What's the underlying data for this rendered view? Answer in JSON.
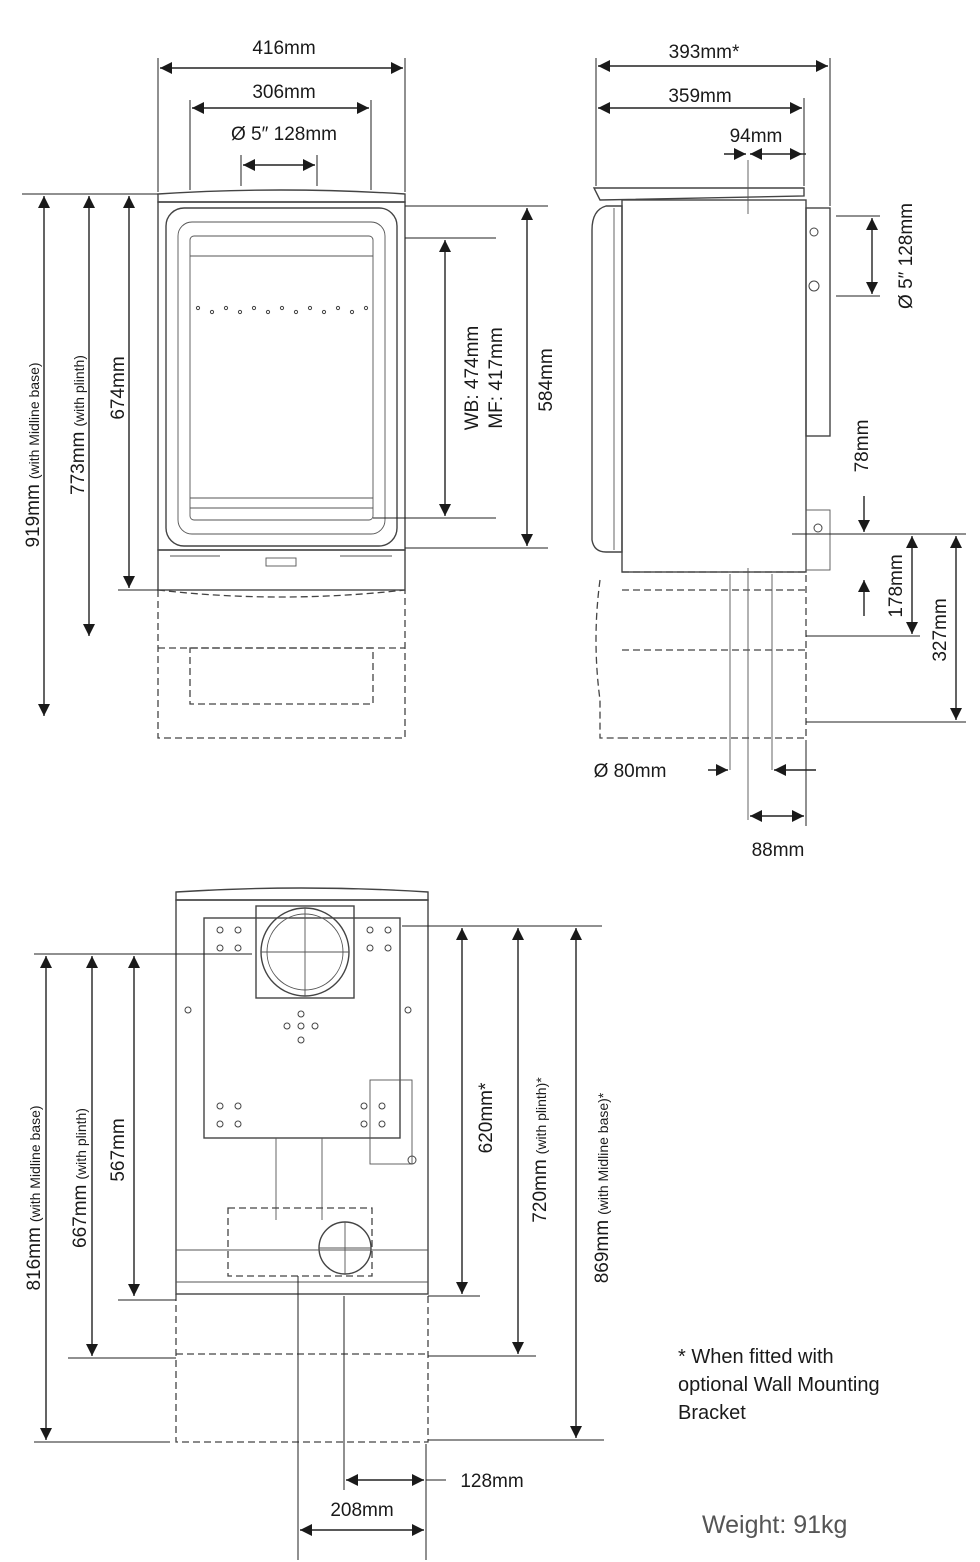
{
  "front_view": {
    "width_overall": "416mm",
    "width_inner": "306mm",
    "flue_top": "Ø 5″ 128mm",
    "height_midline_value": "919mm",
    "height_midline_note": "(with Midline base)",
    "height_plinth_value": "773mm",
    "height_plinth_note": "(with plinth)",
    "height_body": "674mm",
    "window_wb": "WB: 474mm",
    "window_mf": "MF: 417mm",
    "height_door": "584mm"
  },
  "side_view": {
    "depth_overall": "393mm*",
    "depth_body": "359mm",
    "flue_offset": "94mm",
    "rear_flue": "Ø 5″ 128mm",
    "air_offset": "78mm",
    "air_height_a": "178mm",
    "air_height_b": "327mm",
    "air_diameter": "Ø 80mm",
    "air_spacing": "88mm"
  },
  "rear_view": {
    "h_midline_value": "816mm",
    "h_midline_note": "(with Midline base)",
    "h_plinth_value": "667mm",
    "h_plinth_note": "(with plinth)",
    "h_body": "567mm",
    "h_flue_wall": "620mm*",
    "h_flue_plinth_value": "720mm",
    "h_flue_plinth_note": "(with plinth)*",
    "h_flue_midline_value": "869mm",
    "h_flue_midline_note": "(with Midline base)*",
    "spacing_128": "128mm",
    "spacing_208": "208mm"
  },
  "footnote": {
    "line1": "* When fitted with",
    "line2": "optional Wall Mounting",
    "line3": "Bracket"
  },
  "weight": "Weight: 91kg"
}
